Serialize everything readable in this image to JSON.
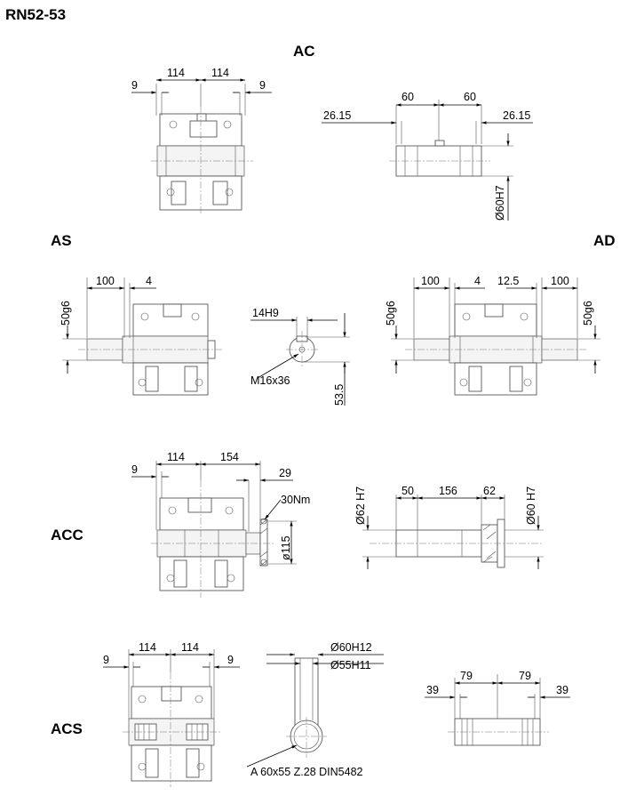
{
  "title": "RN52-53",
  "views": {
    "ac": {
      "label": "AC",
      "main": {
        "left_offset": "9",
        "left_half": "114",
        "right_half": "114",
        "right_offset": "9"
      },
      "shaft": {
        "left_width": "60",
        "right_width": "60",
        "left_offset": "26.15",
        "right_offset": "26.15",
        "bore": "Ø60H7"
      }
    },
    "as": {
      "label": "AS",
      "shaft_length": "100",
      "gap": "4",
      "diameter": "50g6",
      "key": "14H9",
      "thread": "M16x36",
      "height": "53.5"
    },
    "ad": {
      "label": "AD",
      "left_length": "100",
      "gap": "4",
      "right_gap": "12.5",
      "right_length": "100",
      "left_diameter": "50g6",
      "right_diameter": "50g6"
    },
    "acc": {
      "label": "ACC",
      "main": {
        "left_offset": "9",
        "half": "114",
        "extension": "154",
        "ring": "29",
        "torque": "30Nm",
        "ring_diameter": "ø115"
      },
      "shaft": {
        "left_diameter": "Ø62 H7",
        "left_length": "50",
        "middle": "156",
        "right_length": "62",
        "right_diameter": "Ø60 H7"
      }
    },
    "acs": {
      "label": "ACS",
      "main": {
        "left_offset": "9",
        "left_half": "114",
        "right_half": "114",
        "right_offset": "9"
      },
      "profile": {
        "outer": "Ø60H12",
        "inner": "Ø55H11",
        "spline": "A 60x55 Z.28 DIN5482"
      },
      "shaft": {
        "left_offset": "39",
        "left_width": "79",
        "right_width": "79",
        "right_offset": "39"
      }
    }
  }
}
